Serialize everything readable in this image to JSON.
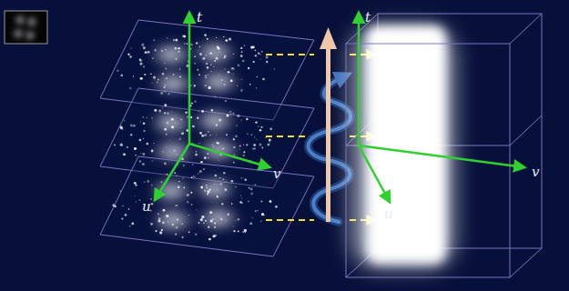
{
  "diagram": {
    "labels": [
      "t",
      "v",
      "u",
      "t",
      "u",
      "v"
    ]
  }
}
